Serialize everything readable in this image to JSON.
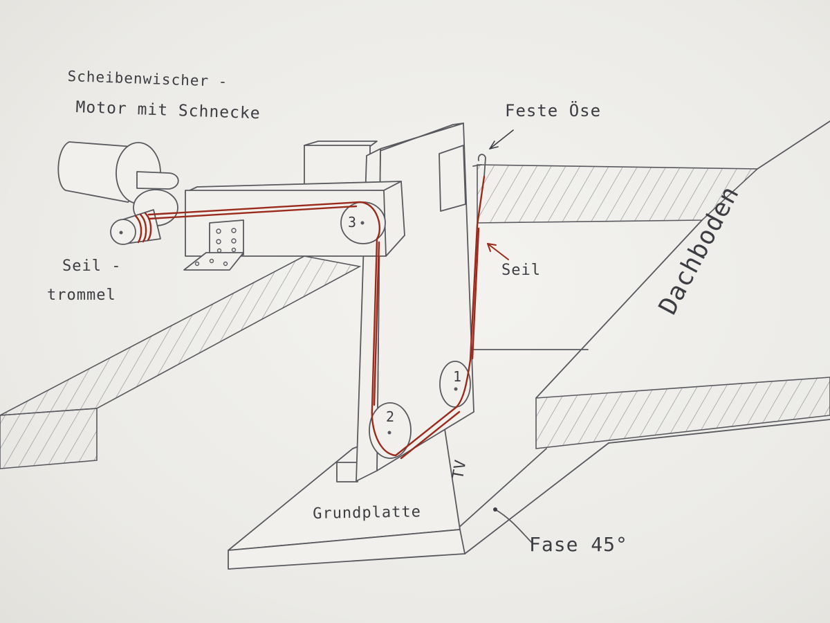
{
  "labels": {
    "motor_line1": "Scheibenwischer -",
    "motor_line2": "Motor mit Schnecke",
    "drum_line1": "Seil -",
    "drum_line2": "trommel",
    "eyelet": "Feste Öse",
    "rope": "Seil",
    "attic": "Dachboden",
    "base_plate": "Grundplatte",
    "tv": "TV",
    "chamfer": "Fase 45°"
  },
  "pulleys": [
    "1",
    "2",
    "3"
  ],
  "colors": {
    "paper": "#ecebe7",
    "pencil": "#58595e",
    "rope": "#9a2a1b",
    "hatch": "#8e8f94"
  }
}
